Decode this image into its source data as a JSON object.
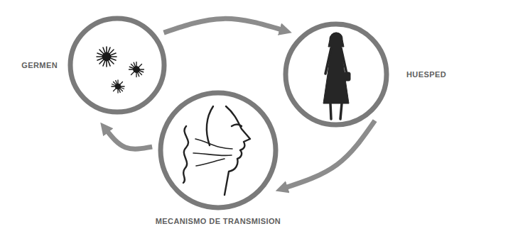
{
  "diagram": {
    "nodes": [
      {
        "text": [
          "GERMEN"
        ]
      },
      {
        "text": [
          "HUESPED"
        ]
      },
      {
        "text": [
          "MECANISMO DE TRANSMISION"
        ]
      }
    ],
    "edges": [
      {
        "from": 0,
        "to": 1,
        "arrow": "to"
      },
      {
        "from": 1,
        "to": 2,
        "arrow": "to"
      },
      {
        "from": 2,
        "to": 0,
        "arrow": "to"
      }
    ]
  }
}
